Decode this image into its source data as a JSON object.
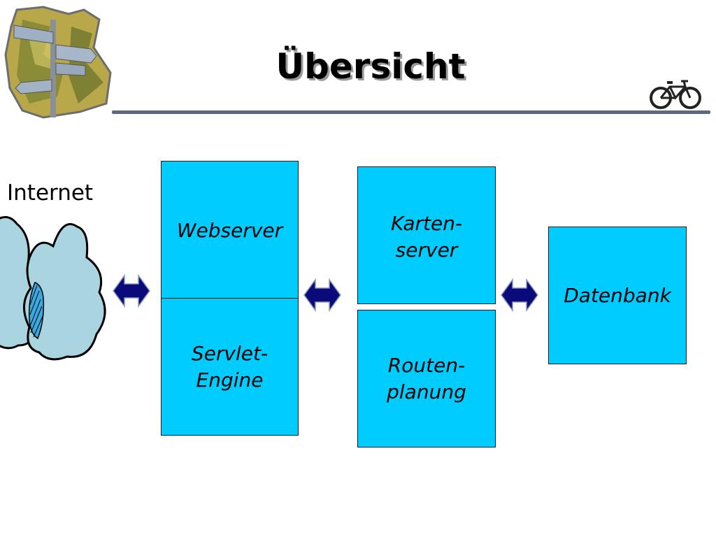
{
  "slide": {
    "title": "Übersicht"
  },
  "diagram": {
    "internet_label": "Internet",
    "boxes": {
      "webserver": "Webserver",
      "servlet_line1": "Servlet-",
      "servlet_line2": "Engine",
      "karten_line1": "Karten-",
      "karten_line2": "server",
      "routen_line1": "Routen-",
      "routen_line2": "planung",
      "datenbank": "Datenbank"
    }
  },
  "colors": {
    "box_fill": "#00ccff",
    "arrow": "#0a0a7a",
    "cloud_fill": "#a9d4e0",
    "rule": "#5c6a80"
  }
}
